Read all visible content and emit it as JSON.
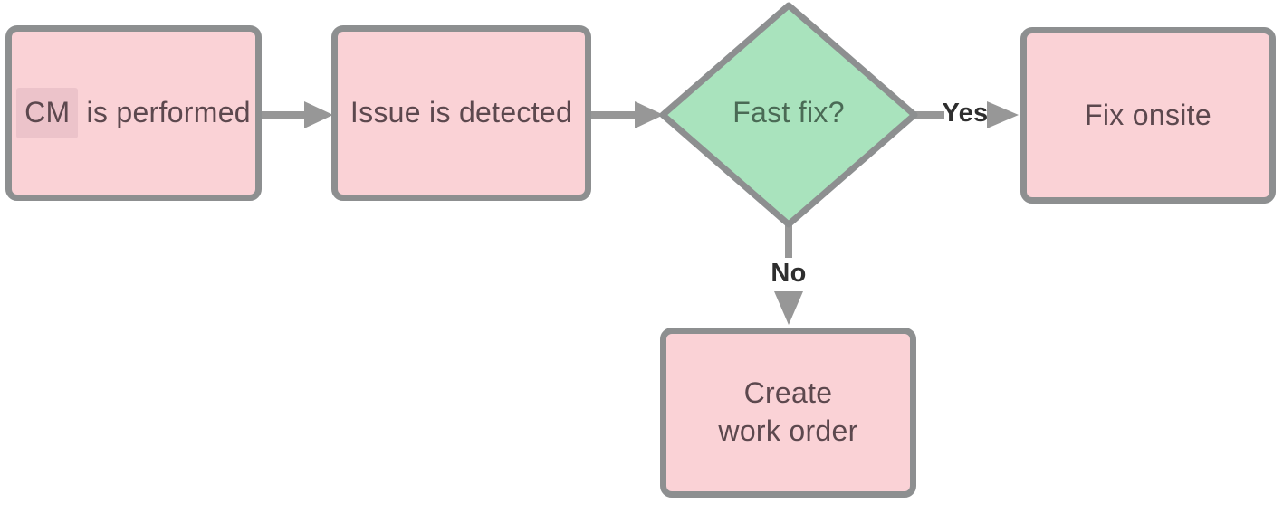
{
  "diagram": {
    "type": "flowchart",
    "nodes": {
      "cm": {
        "kind": "process",
        "term": "CM",
        "rest": "is performed"
      },
      "issue": {
        "kind": "process",
        "label": "Issue is detected"
      },
      "fastfix": {
        "kind": "decision",
        "label": "Fast fix?"
      },
      "fixonsite": {
        "kind": "process",
        "label": "Fix onsite"
      },
      "workorder": {
        "kind": "process",
        "label_line1": "Create",
        "label_line2": "work order"
      }
    },
    "edges": [
      {
        "from": "cm",
        "to": "issue",
        "label": ""
      },
      {
        "from": "issue",
        "to": "fastfix",
        "label": ""
      },
      {
        "from": "fastfix",
        "to": "fixonsite",
        "label": "Yes"
      },
      {
        "from": "fastfix",
        "to": "workorder",
        "label": "No"
      }
    ],
    "edge_labels": {
      "yes": "Yes",
      "no": "No"
    },
    "colors": {
      "process_fill": "#fad2d6",
      "decision_fill": "#a9e3bd",
      "shape_border": "#8d8f90",
      "highlight_bg": "#ecc3ca",
      "process_text": "#5c484e",
      "decision_text": "#4a6a55",
      "edge_color": "#979797",
      "edge_label_color": "#2e2e2e",
      "canvas_bg": "#ffffff"
    }
  }
}
